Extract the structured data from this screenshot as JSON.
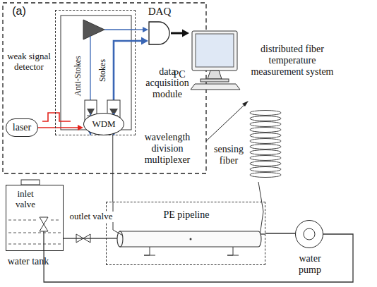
{
  "diagram": {
    "nodes": [
      {
        "text": [
          "weak signal detector"
        ]
      },
      {
        "text": [
          "DAQ",
          "data acquisition module"
        ]
      },
      {
        "text": [
          "PC"
        ]
      },
      {
        "text": [
          "laser"
        ]
      },
      {
        "text": [
          "WDM",
          "wavelength division multiplexer"
        ]
      },
      {
        "text": [
          "water tank"
        ]
      },
      {
        "text": [
          "PE pipeline"
        ]
      },
      {
        "text": [
          "water pump"
        ]
      }
    ],
    "edges": [
      {
        "from": 3,
        "to": 4,
        "arrow": "to"
      },
      {
        "from": 4,
        "to": 0,
        "arrow": "to"
      },
      {
        "from": 4,
        "to": 0,
        "arrow": "to"
      },
      {
        "from": 0,
        "to": 1,
        "arrow": "to"
      },
      {
        "from": 0,
        "to": 1,
        "arrow": "to"
      },
      {
        "from": 1,
        "to": 2,
        "arrow": "to"
      },
      {
        "from": 4,
        "to": 6,
        "arrow": "none"
      },
      {
        "from": 5,
        "to": 6,
        "arrow": "none"
      },
      {
        "from": 6,
        "to": 7,
        "arrow": "none"
      },
      {
        "from": 7,
        "to": 5,
        "arrow": "none"
      }
    ],
    "labels": [
      "(a)",
      "Anti-Stokes",
      "Stokes",
      "distributed fiber temperature measurement system",
      "sensing fiber",
      "inlet valve",
      "outlet valve"
    ]
  }
}
